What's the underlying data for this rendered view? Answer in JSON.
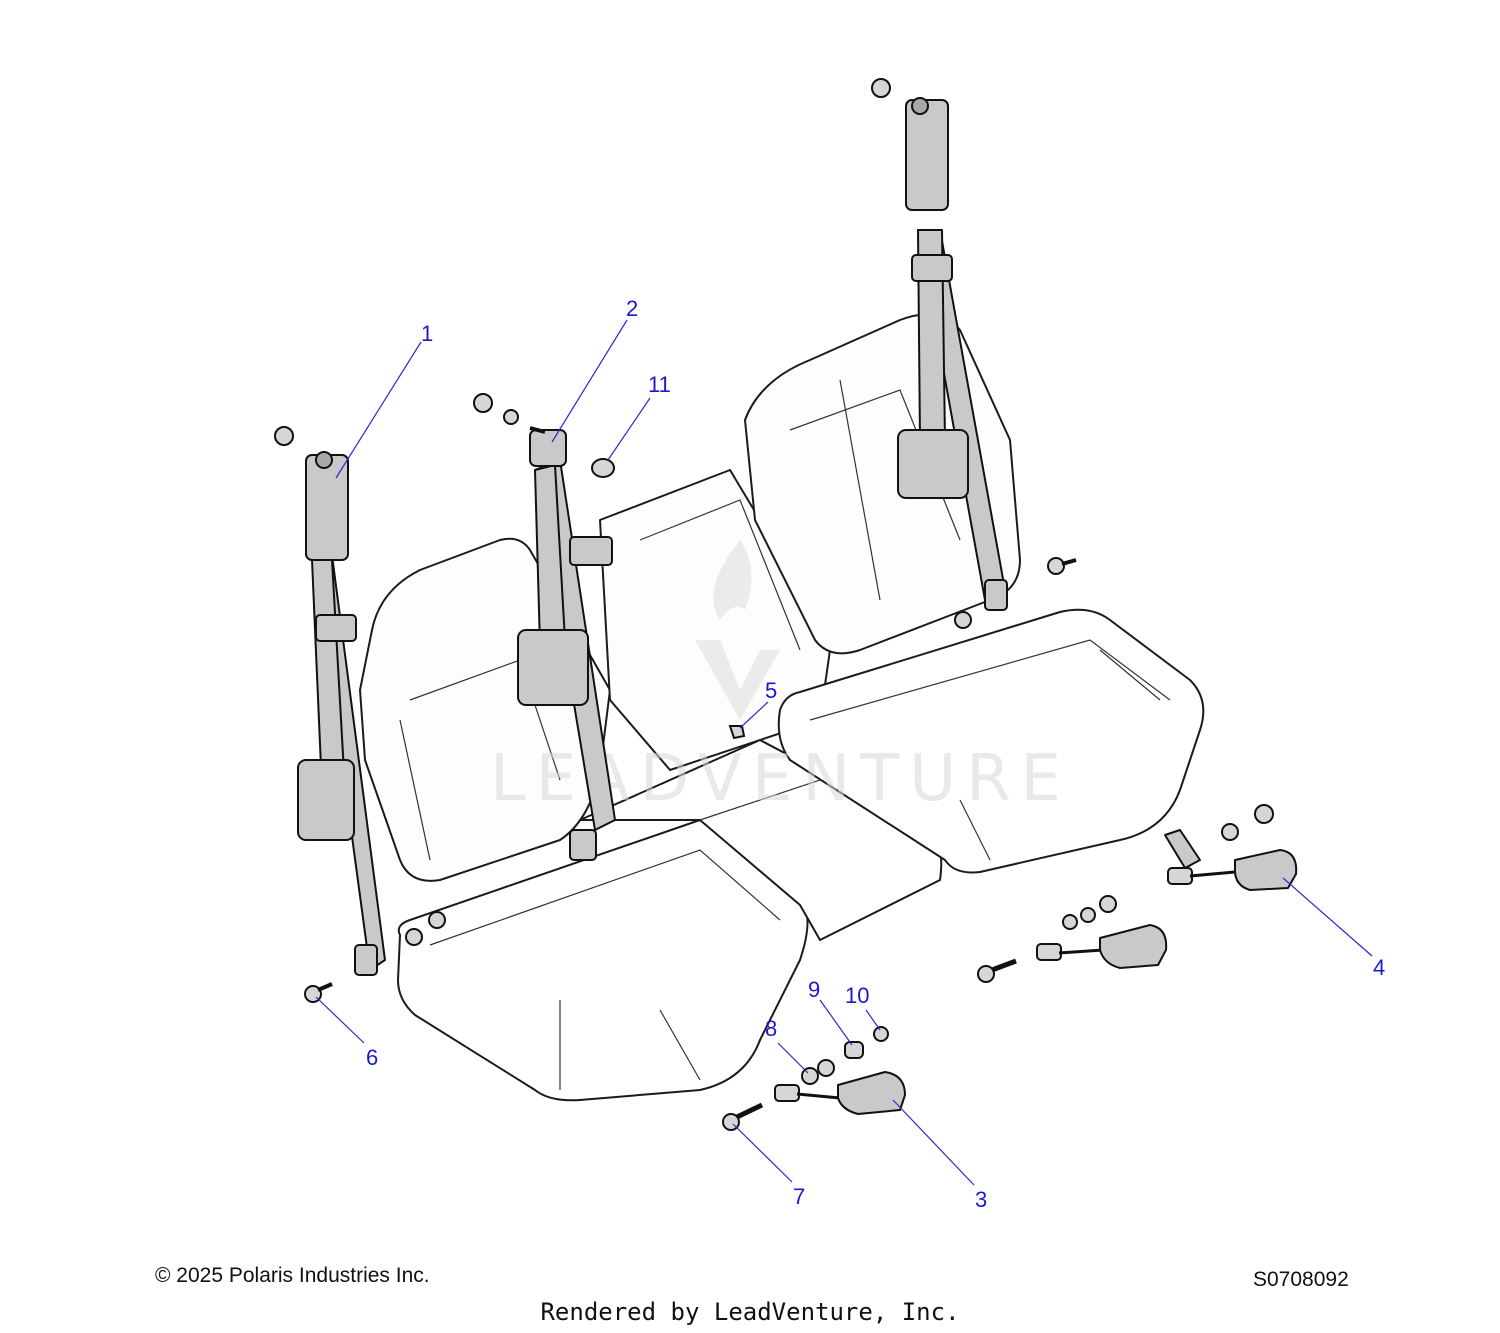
{
  "callouts": [
    {
      "id": "1",
      "label": "1"
    },
    {
      "id": "2",
      "label": "2"
    },
    {
      "id": "3",
      "label": "3"
    },
    {
      "id": "4",
      "label": "4"
    },
    {
      "id": "5",
      "label": "5"
    },
    {
      "id": "6",
      "label": "6"
    },
    {
      "id": "7",
      "label": "7"
    },
    {
      "id": "8",
      "label": "8"
    },
    {
      "id": "9",
      "label": "9"
    },
    {
      "id": "10",
      "label": "10"
    },
    {
      "id": "11",
      "label": "11"
    }
  ],
  "watermark": {
    "text": "LEADVENTURE"
  },
  "footer": {
    "copyright": "© 2025 Polaris Industries Inc.",
    "diagram_id": "S0708092",
    "rendered_by": "Rendered by LeadVenture, Inc."
  },
  "colors": {
    "callout": "#1a1acc",
    "line": "#111111",
    "part_fill": "#c9c9c9"
  }
}
